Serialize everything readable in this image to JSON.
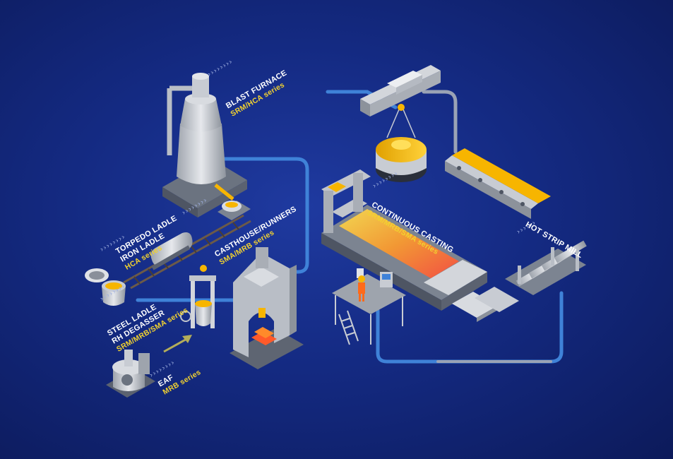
{
  "labels": {
    "blast_furnace": {
      "title": "BLAST FURNACE",
      "series": "SRM/HCA series"
    },
    "torpedo_ladle": {
      "title1": "TORPEDO LADLE",
      "title2": "IRON LADLE",
      "series": "HCA series"
    },
    "casthouse": {
      "title": "CASTHOUSE/RUNNERS",
      "series": "SMA/MRB series"
    },
    "steel_ladle": {
      "title1": "STEEL LADLE",
      "title2": "RH DEGASSER",
      "series": "SRM/MRB/SMA series"
    },
    "eaf": {
      "title": "EAF",
      "series": "MRB series"
    },
    "continuous_casting": {
      "title": "CONTINUOUS CASTING",
      "series": "SRM/MRB/SMA series"
    },
    "hot_strip_mill": {
      "title": "HOT STRIP MILL"
    }
  },
  "colors": {
    "background": "#142a82",
    "label_text": "#ffffff",
    "series_text": "#f2d230",
    "flow_line": "#3f82d8",
    "flow_line_grey": "#9aa3b5",
    "molten": "#f7b500",
    "machine_grey": "#c8ccd3"
  },
  "icons": {
    "chevrons": "chevron-right-icon",
    "arrow": "arrow-up-right-icon"
  }
}
